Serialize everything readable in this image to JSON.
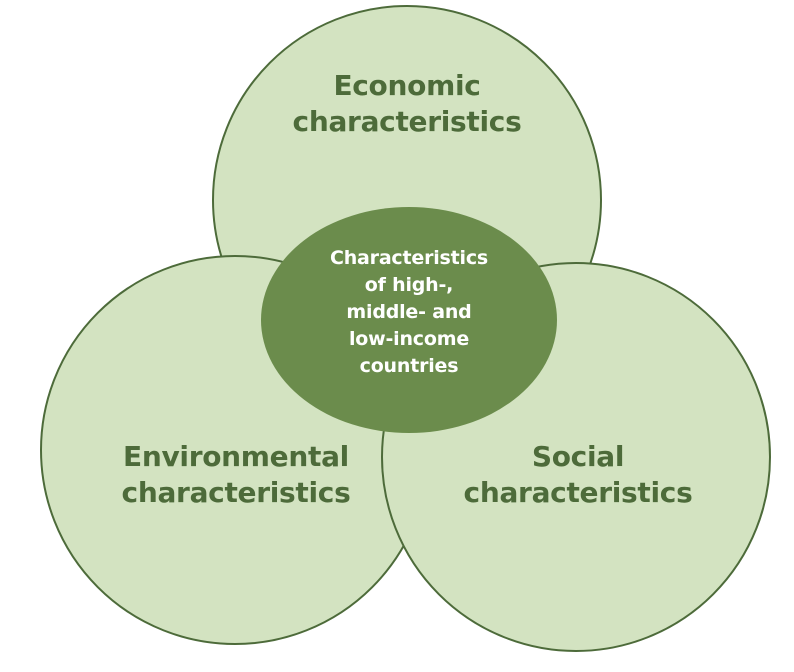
{
  "colors": {
    "outer_fill": "#d3e3c1",
    "outer_stroke": "#4d6b3a",
    "center_fill": "#6b8c4c",
    "outer_text": "#4d6b3a",
    "center_text": "#ffffff"
  },
  "diagram": {
    "top": {
      "label": "Economic\ncharacteristics"
    },
    "left": {
      "label": "Environmental\ncharacteristics"
    },
    "right": {
      "label": "Social\ncharacteristics"
    },
    "center": {
      "label": "Characteristics\nof high-,\nmiddle- and\nlow-income\ncountries"
    }
  }
}
